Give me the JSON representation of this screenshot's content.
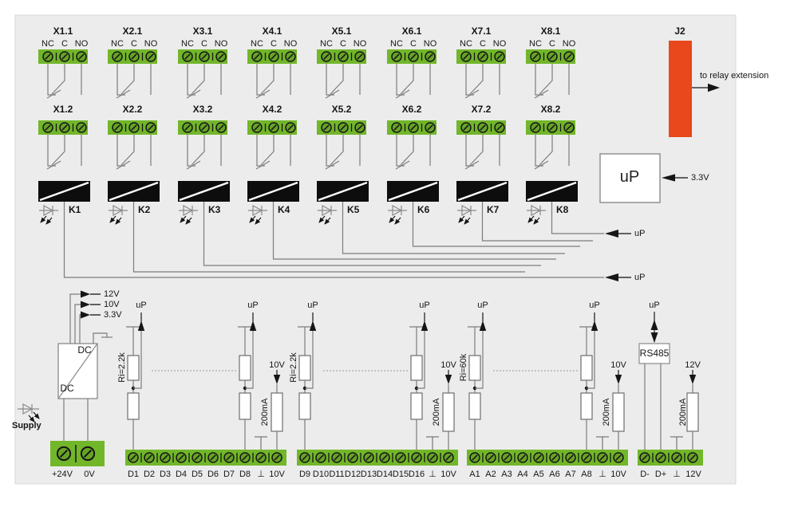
{
  "colors": {
    "green": "#72b62a",
    "orange": "#e8481b",
    "panel": "#ececec"
  },
  "contacts": [
    "NC",
    "C",
    "NO"
  ],
  "relay_columns": [
    {
      "top": "X1.1",
      "bottom": "X1.2",
      "relay": "K1"
    },
    {
      "top": "X2.1",
      "bottom": "X2.2",
      "relay": "K2"
    },
    {
      "top": "X3.1",
      "bottom": "X3.2",
      "relay": "K3"
    },
    {
      "top": "X4.1",
      "bottom": "X4.2",
      "relay": "K4"
    },
    {
      "top": "X5.1",
      "bottom": "X5.2",
      "relay": "K5"
    },
    {
      "top": "X6.1",
      "bottom": "X6.2",
      "relay": "K6"
    },
    {
      "top": "X7.1",
      "bottom": "X7.2",
      "relay": "K7"
    },
    {
      "top": "X8.1",
      "bottom": "X8.2",
      "relay": "K8"
    }
  ],
  "j2": {
    "label": "J2",
    "arrow_note": "to relay extension"
  },
  "microcontroller": {
    "label": "uP",
    "supply": "3.3V"
  },
  "relay_bus": {
    "up_top": "uP",
    "up_bottom": "uP"
  },
  "power": {
    "rails": [
      "12V",
      "10V",
      "3.3V"
    ],
    "converter_top": "DC",
    "converter_bottom": "DC",
    "led": "Supply",
    "terminals": [
      "+24V",
      "0V"
    ]
  },
  "input_blocks": [
    {
      "ri": "Ri=2.2k",
      "up_left": "uP",
      "up_right": "uP",
      "rail": "10V",
      "fuse": "200mA",
      "terminals": [
        "D1",
        "D2",
        "D3",
        "D4",
        "D5",
        "D6",
        "D7",
        "D8",
        "⊥",
        "10V"
      ]
    },
    {
      "ri": "Ri=2.2k",
      "up_left": "uP",
      "up_right": "uP",
      "rail": "10V",
      "fuse": "200mA",
      "terminals": [
        "D9",
        "D10",
        "D11",
        "D12",
        "D13",
        "D14",
        "D15",
        "D16",
        "⊥",
        "10V"
      ]
    },
    {
      "ri": "Ri=60k",
      "up_left": "uP",
      "up_right": "uP",
      "rail": "10V",
      "fuse": "200mA",
      "terminals": [
        "A1",
        "A2",
        "A3",
        "A4",
        "A5",
        "A6",
        "A7",
        "A8",
        "⊥",
        "10V"
      ]
    }
  ],
  "rs485": {
    "up": "uP",
    "label": "RS485",
    "rail": "12V",
    "fuse": "200mA",
    "terminals": [
      "D-",
      "D+",
      "⊥",
      "12V"
    ]
  }
}
